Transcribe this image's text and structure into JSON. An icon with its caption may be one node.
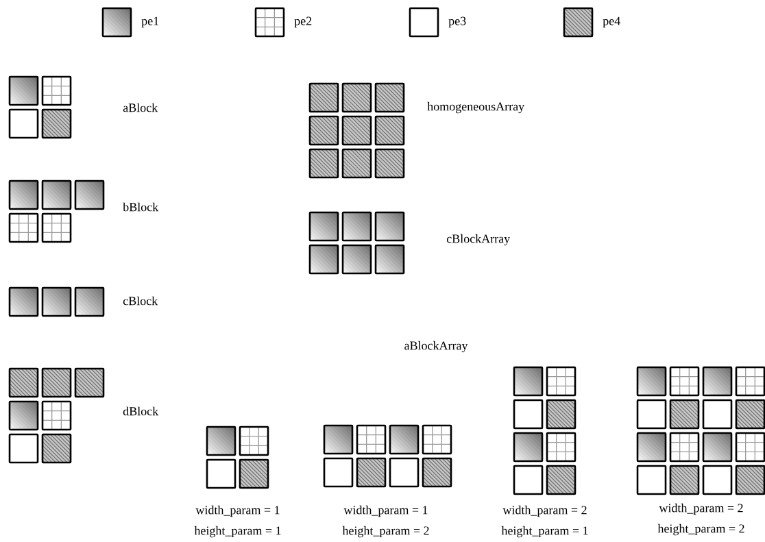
{
  "diagram": {
    "labels": [
      "aBlock",
      "homogeneousArray",
      "bBlock",
      "cBlockArray",
      "cBlock",
      "aBlockArray",
      "dBlock",
      "width_param = 1",
      "width_param = 1",
      "width_param = 2",
      "width_param = 2",
      "height_param = 1",
      "height_param = 2",
      "height_param = 1",
      "height_param = 2"
    ],
    "legend": [
      {
        "text": "pe1"
      },
      {
        "text": "pe2"
      },
      {
        "text": "pe3"
      },
      {
        "text": "pe4"
      }
    ]
  }
}
